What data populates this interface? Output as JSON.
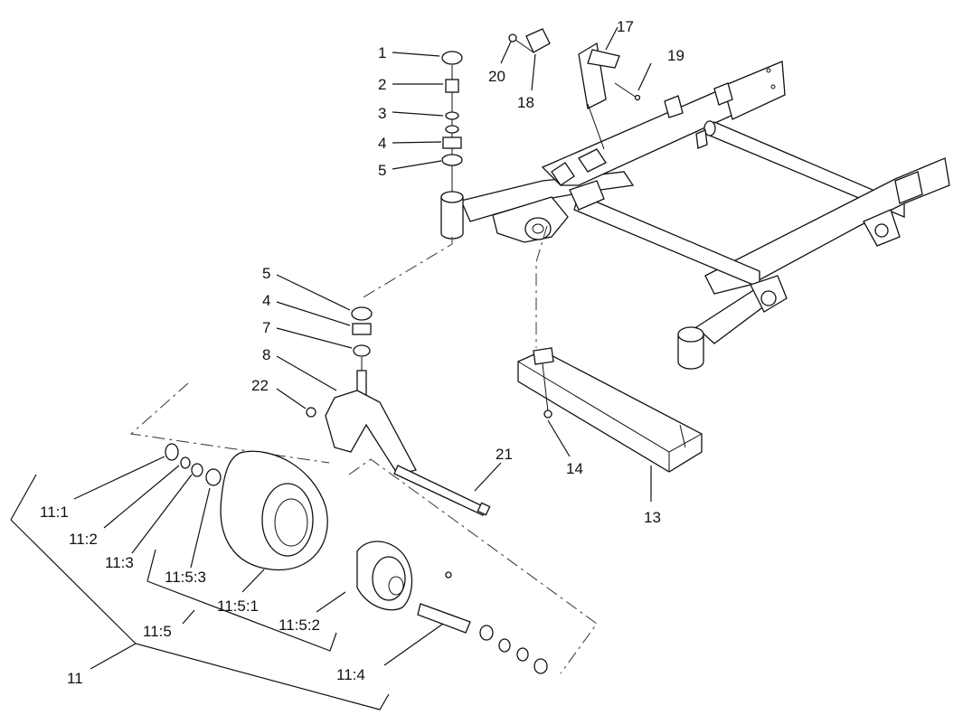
{
  "callouts": [
    {
      "id": "c1",
      "text": "1"
    },
    {
      "id": "c2",
      "text": "2"
    },
    {
      "id": "c3",
      "text": "3"
    },
    {
      "id": "c4a",
      "text": "4"
    },
    {
      "id": "c5a",
      "text": "5"
    },
    {
      "id": "c17",
      "text": "17"
    },
    {
      "id": "c18",
      "text": "18"
    },
    {
      "id": "c19",
      "text": "19"
    },
    {
      "id": "c20",
      "text": "20"
    },
    {
      "id": "c5b",
      "text": "5"
    },
    {
      "id": "c4b",
      "text": "4"
    },
    {
      "id": "c7",
      "text": "7"
    },
    {
      "id": "c8",
      "text": "8"
    },
    {
      "id": "c22",
      "text": "22"
    },
    {
      "id": "c21",
      "text": "21"
    },
    {
      "id": "c14",
      "text": "14"
    },
    {
      "id": "c13",
      "text": "13"
    },
    {
      "id": "c11_1",
      "text": "11:1"
    },
    {
      "id": "c11_2",
      "text": "11:2"
    },
    {
      "id": "c11_3",
      "text": "11:3"
    },
    {
      "id": "c11_5_3",
      "text": "11:5:3"
    },
    {
      "id": "c11_5_1",
      "text": "11:5:1"
    },
    {
      "id": "c11_5_2",
      "text": "11:5:2"
    },
    {
      "id": "c11_5",
      "text": "11:5"
    },
    {
      "id": "c11_4",
      "text": "11:4"
    },
    {
      "id": "c11",
      "text": "11"
    }
  ]
}
